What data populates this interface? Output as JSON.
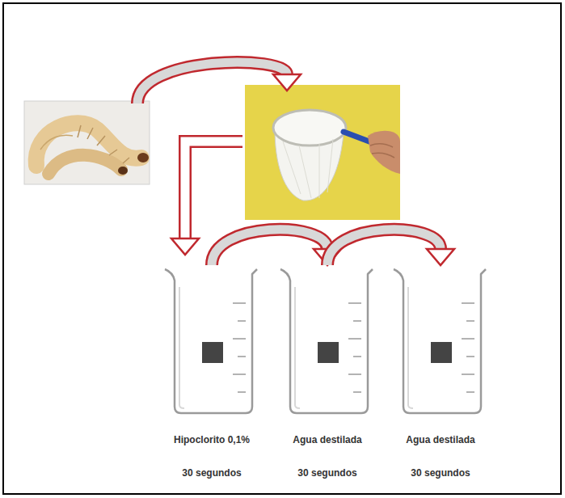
{
  "diagram": {
    "nodes": [
      {
        "text": [
          "Hipoclorito 0,1%",
          "30 segundos"
        ]
      },
      {
        "text": [
          "Agua destilada",
          "30 segundos"
        ]
      },
      {
        "text": [
          "Agua destilada",
          "30 segundos"
        ]
      }
    ],
    "edges": [
      {
        "from": 0,
        "to": 1,
        "arrow": "to"
      },
      {
        "from": 1,
        "to": 2,
        "arrow": "to"
      }
    ]
  }
}
